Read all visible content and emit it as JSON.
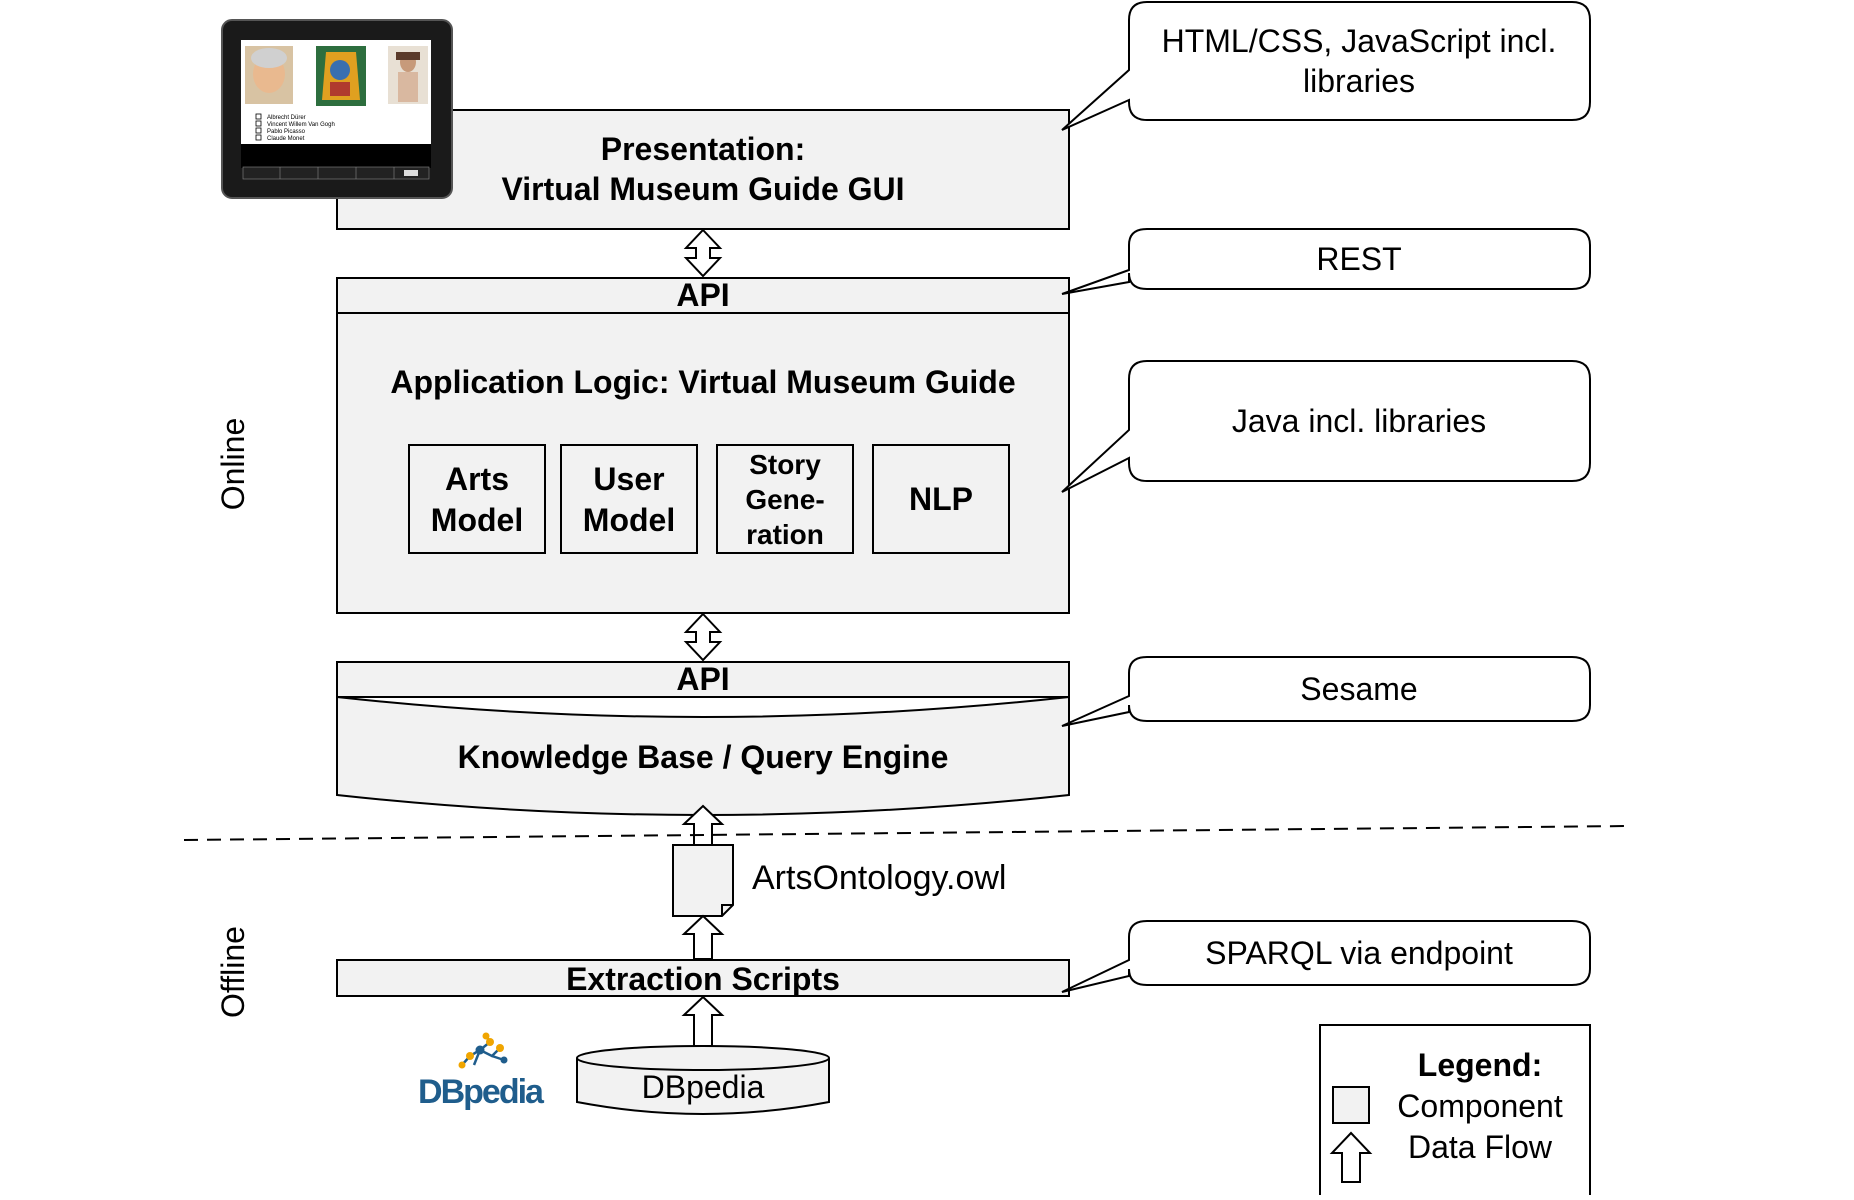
{
  "presentation": {
    "line1": "Presentation:",
    "line2": "Virtual Museum Guide GUI"
  },
  "tablet": {
    "list_items": [
      "Albrecht Dürer",
      "Vincent Willem Van Gogh",
      "Pablo Picasso",
      "Claude Monet"
    ]
  },
  "api_top": {
    "label": "API"
  },
  "app_logic": {
    "title": "Application Logic: Virtual Museum Guide",
    "modules": {
      "arts": {
        "line1": "Arts",
        "line2": "Model"
      },
      "user": {
        "line1": "User",
        "line2": "Model"
      },
      "story": {
        "line1": "Story",
        "line2": "Gene-",
        "line3": "ration"
      },
      "nlp": {
        "line1": "NLP"
      }
    }
  },
  "api_bottom": {
    "label": "API"
  },
  "knowledge_base": {
    "label": "Knowledge Base / Query Engine"
  },
  "ontology_file": {
    "label": "ArtsOntology.owl"
  },
  "extraction": {
    "label": "Extraction Scripts"
  },
  "dbpedia": {
    "label": "DBpedia",
    "logo_text": "DBpedia"
  },
  "callouts": {
    "html": {
      "line1": "HTML/CSS, JavaScript incl.",
      "line2": "libraries"
    },
    "rest": {
      "label": "REST"
    },
    "java": {
      "label": "Java incl. libraries"
    },
    "sesame": {
      "label": "Sesame"
    },
    "sparql": {
      "label": "SPARQL via endpoint"
    }
  },
  "side_labels": {
    "online": "Online",
    "offline": "Offline"
  },
  "legend": {
    "title": "Legend:",
    "component": "Component",
    "data_flow": "Data Flow"
  },
  "colors": {
    "box_fill": "#f2f2f2",
    "stroke": "#000000",
    "dbpedia_blue": "#1f5d8c",
    "dbpedia_orange": "#f0a500"
  }
}
